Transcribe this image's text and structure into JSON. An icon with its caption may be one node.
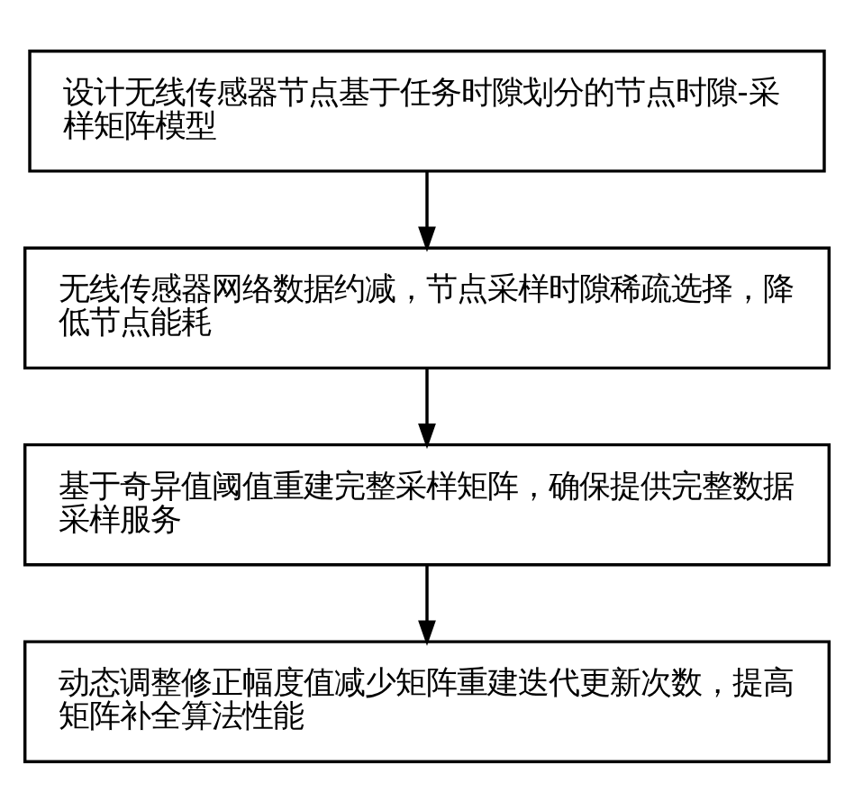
{
  "diagram": {
    "nodes": [
      {
        "text": [
          "设计无线传感器节点基于任务时隙划分的节点时隙-采样矩阵模型"
        ]
      },
      {
        "text": [
          "无线传感器网络数据约减，节点采样时隙稀疏选择，降低节点能耗"
        ]
      },
      {
        "text": [
          "基于奇异值阈值重建完整采样矩阵，确保提供完整数据采样服务"
        ]
      },
      {
        "text": [
          "动态调整修正幅度值减少矩阵重建迭代更新次数，提高矩阵补全算法性能"
        ]
      }
    ],
    "edges": [
      {
        "from": 0,
        "to": 1,
        "arrow": "to"
      },
      {
        "from": 1,
        "to": 2,
        "arrow": "to"
      },
      {
        "from": 2,
        "to": 3,
        "arrow": "to"
      }
    ]
  }
}
